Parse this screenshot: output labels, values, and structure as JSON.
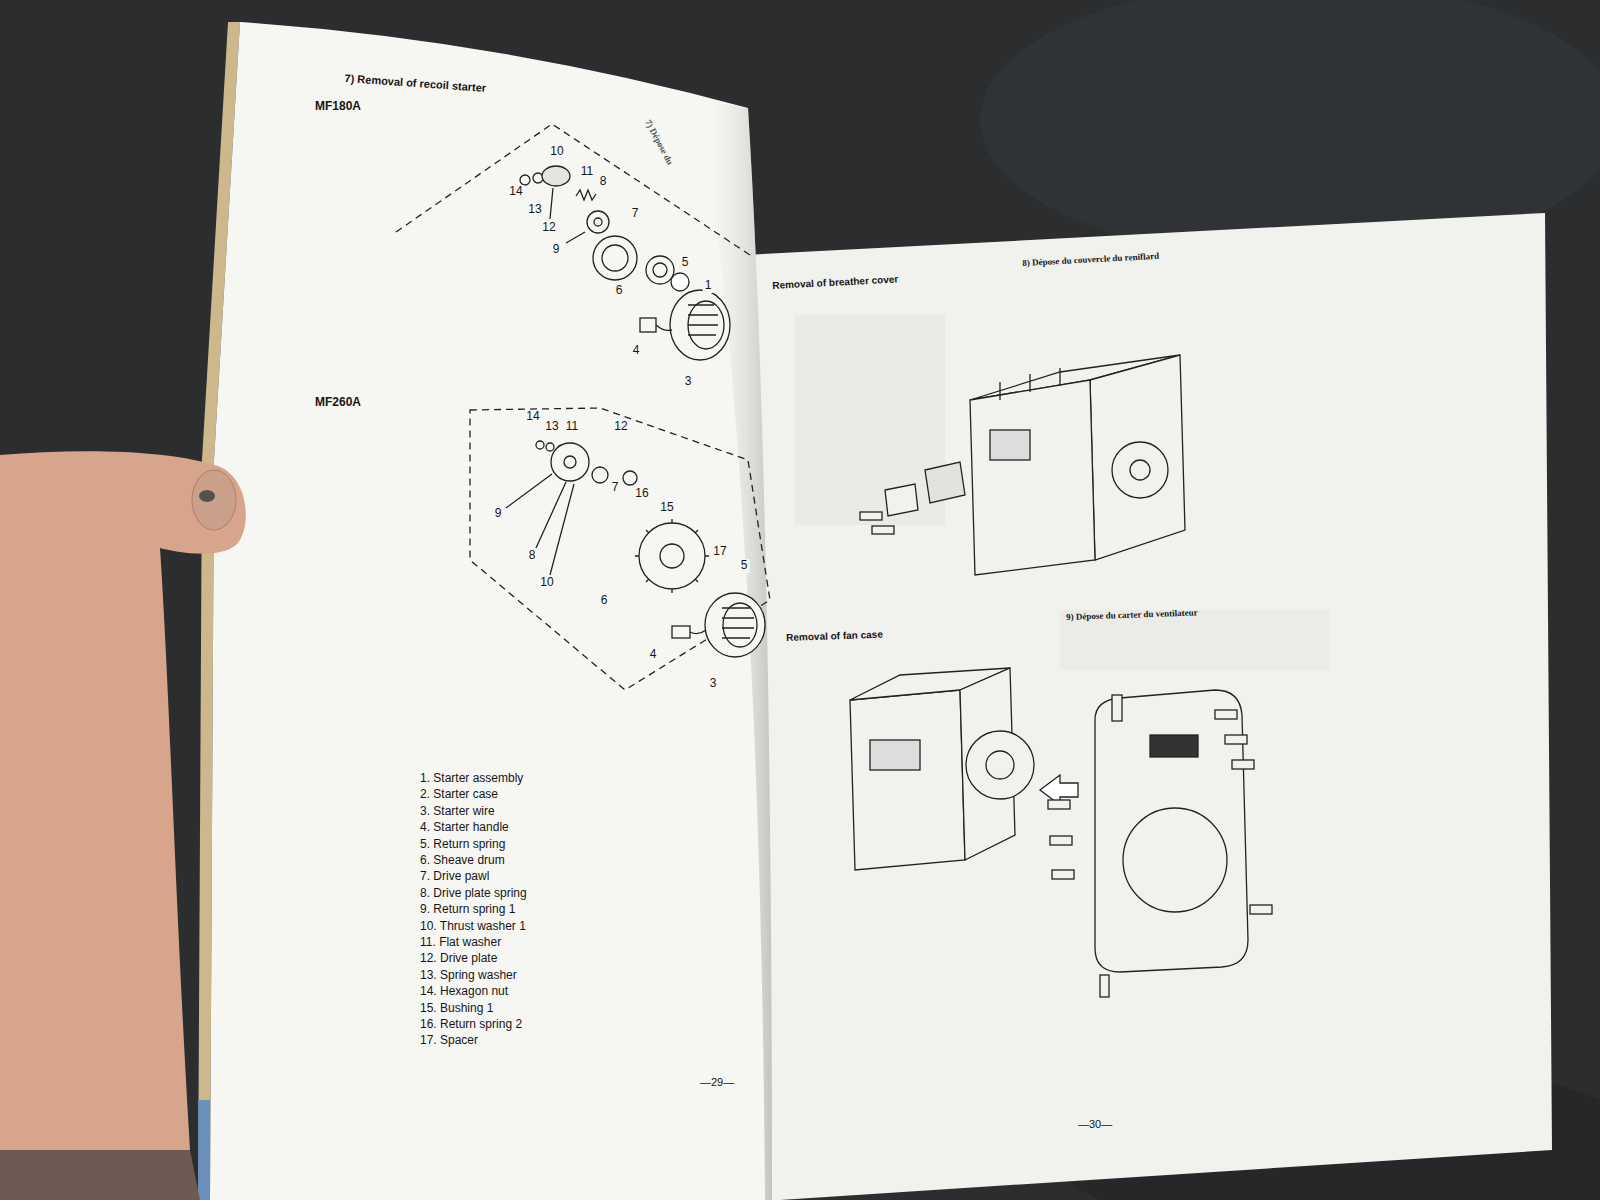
{
  "diagram": {
    "title": "7) Removal of recoil starter",
    "labels": [
      "7) Dépose du",
      "MF180A",
      "10",
      "14",
      "11",
      "8",
      "13",
      "12",
      "7",
      "9",
      "5",
      "6",
      "1",
      "4",
      "3",
      "MF260A",
      "14",
      "13",
      "11",
      "12",
      "7",
      "16",
      "15",
      "9",
      "8",
      "10",
      "17",
      "5",
      "6",
      "4",
      "3",
      "1. Starter assembly",
      "2. Starter case",
      "3. Starter wire",
      "4. Starter handle",
      "5. Return spring",
      "6. Sheave drum",
      "7. Drive pawl",
      "8. Drive plate spring",
      "9. Return spring 1",
      "10. Thrust washer 1",
      "11. Flat washer",
      "12. Drive plate",
      "13. Spring washer",
      "14. Hexagon nut",
      "15. Bushing 1",
      "16. Return spring 2",
      "17. Spacer",
      "—29—",
      "Removal of breather cover",
      "8) Dépose du couvercle du reniflard",
      "Removal of fan case",
      "9) Dépose du carter du ventilateur",
      "—30—"
    ]
  }
}
